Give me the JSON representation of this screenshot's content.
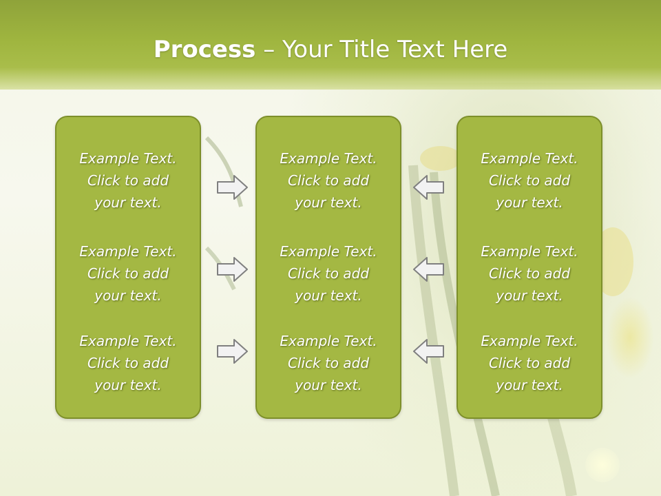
{
  "slide": {
    "title_bold": "Process",
    "title_rest": " – Your Title Text Here"
  },
  "columns": [
    {
      "items": [
        {
          "line1": "Example Text.",
          "line2": "Click  to add",
          "line3": "your text."
        },
        {
          "line1": "Example Text.",
          "line2": "Click  to add",
          "line3": "your text."
        },
        {
          "line1": "Example Text.",
          "line2": "Click  to add",
          "line3": "your text."
        }
      ]
    },
    {
      "items": [
        {
          "line1": "Example Text.",
          "line2": "Click  to add",
          "line3": "your text."
        },
        {
          "line1": "Example Text.",
          "line2": "Click  to add",
          "line3": "your text."
        },
        {
          "line1": "Example Text.",
          "line2": "Click  to add",
          "line3": "your text."
        }
      ]
    },
    {
      "items": [
        {
          "line1": "Example Text.",
          "line2": "Click  to add",
          "line3": "your text."
        },
        {
          "line1": "Example Text.",
          "line2": "Click  to add",
          "line3": "your text."
        },
        {
          "line1": "Example Text.",
          "line2": "Click  to add",
          "line3": "your text."
        }
      ]
    }
  ],
  "arrows": {
    "left_group": "arrow-right-icon",
    "right_group": "arrow-left-icon"
  },
  "colors": {
    "header": "#9fb53f",
    "box_fill": "#a4b843",
    "box_border": "#7d8f2a",
    "arrow_fill": "#f2f2f2",
    "arrow_stroke": "#7f7f7f"
  }
}
